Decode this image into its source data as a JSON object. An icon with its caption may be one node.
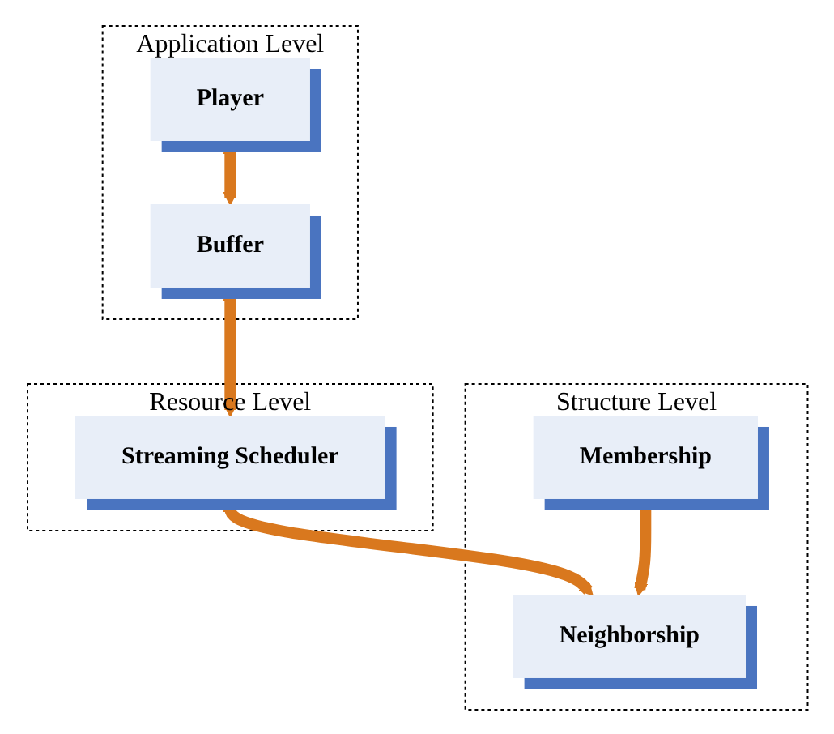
{
  "diagram": {
    "nodes": [
      {
        "text": [
          "Application Level"
        ]
      },
      {
        "text": [
          "Player"
        ],
        "in": 0
      },
      {
        "text": [
          "Buffer"
        ],
        "in": 0
      },
      {
        "text": [
          "Resource Level"
        ]
      },
      {
        "text": [
          "Streaming Scheduler"
        ],
        "in": 3
      },
      {
        "text": [
          "Structure Level"
        ]
      },
      {
        "text": [
          "Neighborship"
        ],
        "in": 5
      },
      {
        "text": [
          "Membership"
        ],
        "in": 5
      }
    ],
    "edges": [
      {
        "from": 1,
        "to": 2,
        "arrow": "both"
      },
      {
        "from": 2,
        "to": 4,
        "arrow": "both"
      },
      {
        "from": 4,
        "to": 6,
        "arrow": "both"
      },
      {
        "from": 7,
        "to": 6,
        "arrow": "to"
      }
    ]
  }
}
